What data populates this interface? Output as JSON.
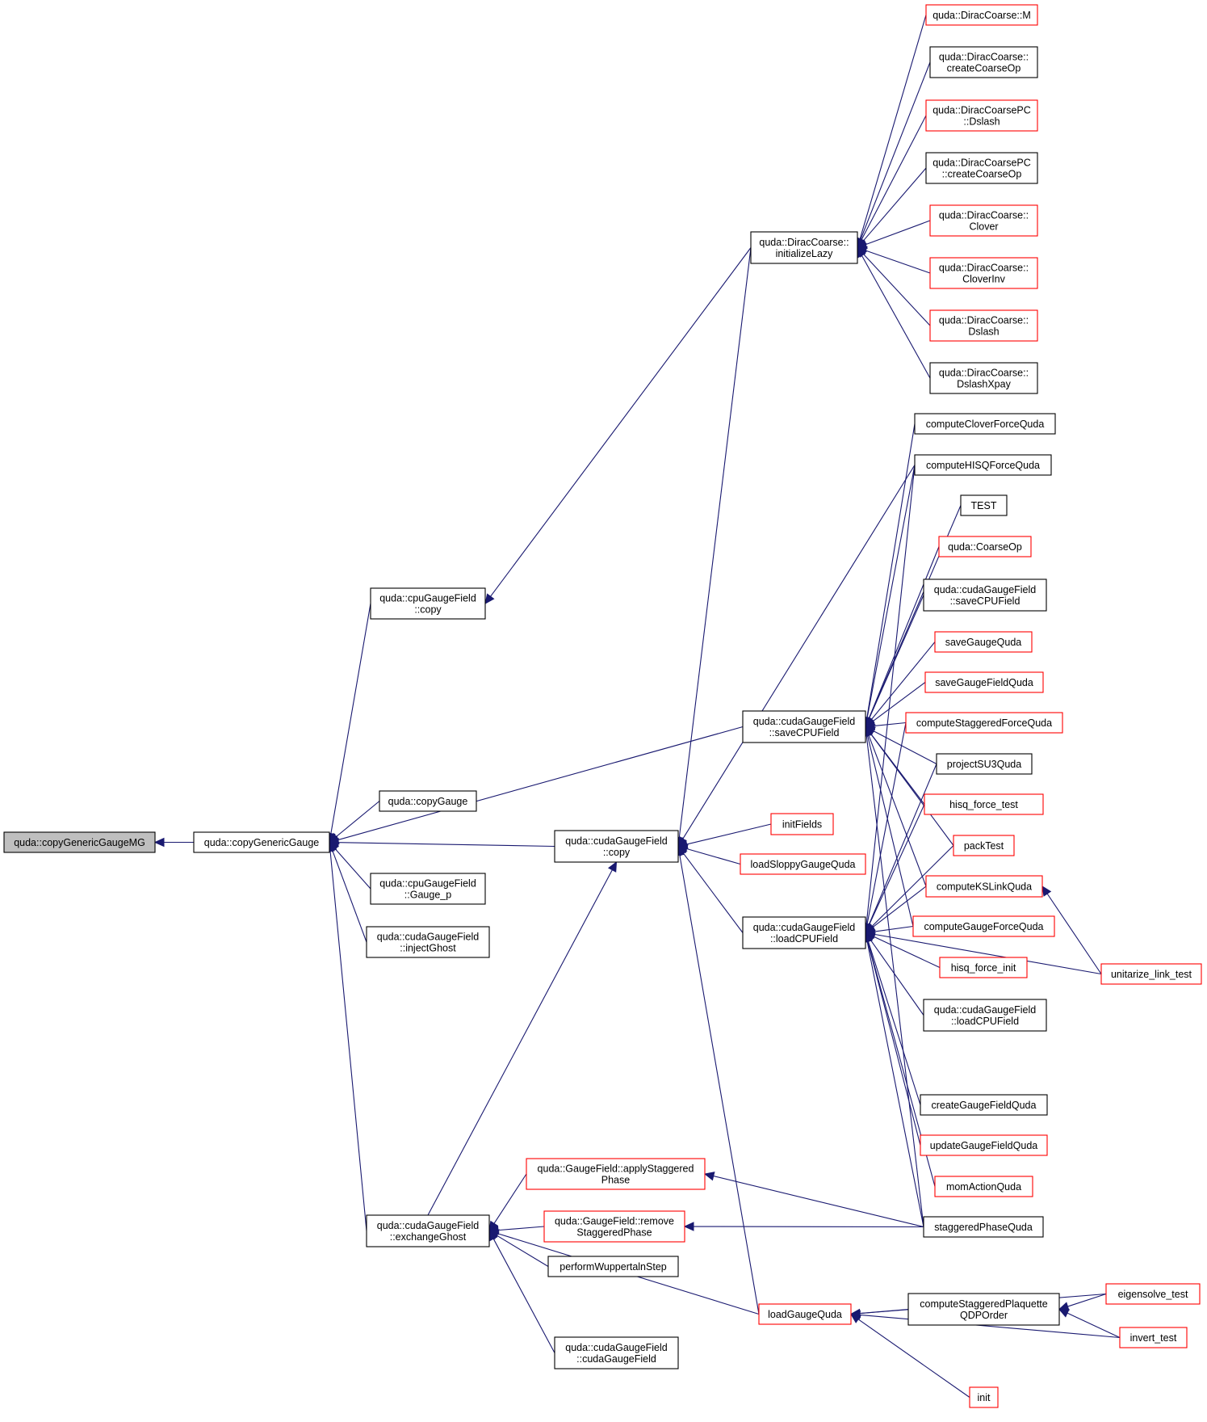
{
  "colors": {
    "edge": "#191970",
    "node_border": "#000000",
    "node_border_red": "#ff0000",
    "node_fill": "#ffffff",
    "root_fill": "#bfbfbf"
  },
  "nodes": [
    {
      "id": "root",
      "lines": [
        "quda::copyGenericGaugeMG"
      ],
      "style": "root"
    },
    {
      "id": "copyGenericGauge",
      "lines": [
        "quda::copyGenericGauge"
      ],
      "style": "black"
    },
    {
      "id": "cpuCopy",
      "lines": [
        "quda::cpuGaugeField",
        "::copy"
      ],
      "style": "black"
    },
    {
      "id": "copyGauge",
      "lines": [
        "quda::copyGauge"
      ],
      "style": "black"
    },
    {
      "id": "gaugeP",
      "lines": [
        "quda::cpuGaugeField",
        "::Gauge_p"
      ],
      "style": "black"
    },
    {
      "id": "injectGhost",
      "lines": [
        "quda::cudaGaugeField",
        "::injectGhost"
      ],
      "style": "black"
    },
    {
      "id": "exchangeGhost",
      "lines": [
        "quda::cudaGaugeField",
        "::exchangeGhost"
      ],
      "style": "black"
    },
    {
      "id": "cudaCopy",
      "lines": [
        "quda::cudaGaugeField",
        "::copy"
      ],
      "style": "black"
    },
    {
      "id": "initLazy",
      "lines": [
        "quda::DiracCoarse::",
        "initializeLazy"
      ],
      "style": "black"
    },
    {
      "id": "dcM",
      "lines": [
        "quda::DiracCoarse::M"
      ],
      "style": "red"
    },
    {
      "id": "dcCreate",
      "lines": [
        "quda::DiracCoarse::",
        "createCoarseOp"
      ],
      "style": "black"
    },
    {
      "id": "dcpcDslash",
      "lines": [
        "quda::DiracCoarsePC",
        "::Dslash"
      ],
      "style": "red"
    },
    {
      "id": "dcpcCreate",
      "lines": [
        "quda::DiracCoarsePC",
        "::createCoarseOp"
      ],
      "style": "black"
    },
    {
      "id": "dcClover",
      "lines": [
        "quda::DiracCoarse::",
        "Clover"
      ],
      "style": "red"
    },
    {
      "id": "dcCloverInv",
      "lines": [
        "quda::DiracCoarse::",
        "CloverInv"
      ],
      "style": "red"
    },
    {
      "id": "dcDslash",
      "lines": [
        "quda::DiracCoarse::",
        "Dslash"
      ],
      "style": "red"
    },
    {
      "id": "dcDslashXpay",
      "lines": [
        "quda::DiracCoarse::",
        "DslashXpay"
      ],
      "style": "black"
    },
    {
      "id": "saveCPU",
      "lines": [
        "quda::cudaGaugeField",
        "::saveCPUField"
      ],
      "style": "black"
    },
    {
      "id": "loadCPU",
      "lines": [
        "quda::cudaGaugeField",
        "::loadCPUField"
      ],
      "style": "black"
    },
    {
      "id": "initFields",
      "lines": [
        "initFields"
      ],
      "style": "red"
    },
    {
      "id": "loadSloppy",
      "lines": [
        "loadSloppyGaugeQuda"
      ],
      "style": "red"
    },
    {
      "id": "computeClover",
      "lines": [
        "computeCloverForceQuda"
      ],
      "style": "black"
    },
    {
      "id": "computeHISQ",
      "lines": [
        "computeHISQForceQuda"
      ],
      "style": "black"
    },
    {
      "id": "TEST",
      "lines": [
        "TEST"
      ],
      "style": "black"
    },
    {
      "id": "coarseOp",
      "lines": [
        "quda::CoarseOp"
      ],
      "style": "red"
    },
    {
      "id": "saveCPU2",
      "lines": [
        "quda::cudaGaugeField",
        "::saveCPUField"
      ],
      "style": "black"
    },
    {
      "id": "saveGauge",
      "lines": [
        "saveGaugeQuda"
      ],
      "style": "red"
    },
    {
      "id": "saveGaugeField",
      "lines": [
        "saveGaugeFieldQuda"
      ],
      "style": "red"
    },
    {
      "id": "computeStagForce",
      "lines": [
        "computeStaggeredForceQuda"
      ],
      "style": "red"
    },
    {
      "id": "projectSU3",
      "lines": [
        "projectSU3Quda"
      ],
      "style": "black"
    },
    {
      "id": "hisqForceTest",
      "lines": [
        "hisq_force_test"
      ],
      "style": "red"
    },
    {
      "id": "packTest",
      "lines": [
        "packTest"
      ],
      "style": "red"
    },
    {
      "id": "computeKS",
      "lines": [
        "computeKSLinkQuda"
      ],
      "style": "red"
    },
    {
      "id": "computeGaugeForce",
      "lines": [
        "computeGaugeForceQuda"
      ],
      "style": "red"
    },
    {
      "id": "hisqForceInit",
      "lines": [
        "hisq_force_init"
      ],
      "style": "red"
    },
    {
      "id": "loadCPU2",
      "lines": [
        "quda::cudaGaugeField",
        "::loadCPUField"
      ],
      "style": "black"
    },
    {
      "id": "unitarize",
      "lines": [
        "unitarize_link_test"
      ],
      "style": "red"
    },
    {
      "id": "createGF",
      "lines": [
        "createGaugeFieldQuda"
      ],
      "style": "black"
    },
    {
      "id": "updateGF",
      "lines": [
        "updateGaugeFieldQuda"
      ],
      "style": "red"
    },
    {
      "id": "momAction",
      "lines": [
        "momActionQuda"
      ],
      "style": "red"
    },
    {
      "id": "stagPhase",
      "lines": [
        "staggeredPhaseQuda"
      ],
      "style": "black"
    },
    {
      "id": "applyStag",
      "lines": [
        "quda::GaugeField::applyStaggered",
        "Phase"
      ],
      "style": "red"
    },
    {
      "id": "removeStag",
      "lines": [
        "quda::GaugeField::remove",
        "StaggeredPhase"
      ],
      "style": "red"
    },
    {
      "id": "wuppertal",
      "lines": [
        "performWuppertalnStep"
      ],
      "style": "black"
    },
    {
      "id": "loadGauge",
      "lines": [
        "loadGaugeQuda"
      ],
      "style": "red"
    },
    {
      "id": "cudaCtor",
      "lines": [
        "quda::cudaGaugeField",
        "::cudaGaugeField"
      ],
      "style": "black"
    },
    {
      "id": "plaquette",
      "lines": [
        "computeStaggeredPlaquette",
        "QDPOrder"
      ],
      "style": "black"
    },
    {
      "id": "eigensolve",
      "lines": [
        "eigensolve_test"
      ],
      "style": "red"
    },
    {
      "id": "invertTest",
      "lines": [
        "invert_test"
      ],
      "style": "red"
    },
    {
      "id": "init",
      "lines": [
        "init"
      ],
      "style": "red"
    }
  ],
  "edges": [
    [
      "copyGenericGauge",
      "root"
    ],
    [
      "cpuCopy",
      "copyGenericGauge"
    ],
    [
      "copyGauge",
      "copyGenericGauge"
    ],
    [
      "gaugeP",
      "copyGenericGauge"
    ],
    [
      "injectGhost",
      "copyGenericGauge"
    ],
    [
      "exchangeGhost",
      "copyGenericGauge"
    ],
    [
      "cudaCopy",
      "copyGenericGauge"
    ],
    [
      "saveCPU",
      "copyGenericGauge"
    ],
    [
      "initLazy",
      "cpuCopy"
    ],
    [
      "initLazy",
      "cudaCopy"
    ],
    [
      "dcM",
      "initLazy"
    ],
    [
      "dcCreate",
      "initLazy"
    ],
    [
      "dcpcDslash",
      "initLazy"
    ],
    [
      "dcpcCreate",
      "initLazy"
    ],
    [
      "dcClover",
      "initLazy"
    ],
    [
      "dcCloverInv",
      "initLazy"
    ],
    [
      "dcDslash",
      "initLazy"
    ],
    [
      "dcDslashXpay",
      "initLazy"
    ],
    [
      "computeHISQ",
      "cudaCopy"
    ],
    [
      "exchangeGhost",
      "cudaCopy"
    ],
    [
      "loadGauge",
      "cudaCopy"
    ],
    [
      "initFields",
      "cudaCopy"
    ],
    [
      "loadSloppy",
      "cudaCopy"
    ],
    [
      "loadCPU",
      "cudaCopy"
    ],
    [
      "computeClover",
      "saveCPU"
    ],
    [
      "computeHISQ",
      "saveCPU"
    ],
    [
      "TEST",
      "saveCPU"
    ],
    [
      "coarseOp",
      "saveCPU"
    ],
    [
      "saveCPU2",
      "saveCPU"
    ],
    [
      "saveGauge",
      "saveCPU"
    ],
    [
      "saveGaugeField",
      "saveCPU"
    ],
    [
      "computeStagForce",
      "saveCPU"
    ],
    [
      "projectSU3",
      "saveCPU"
    ],
    [
      "hisqForceTest",
      "saveCPU"
    ],
    [
      "packTest",
      "saveCPU"
    ],
    [
      "computeKS",
      "saveCPU"
    ],
    [
      "computeGaugeForce",
      "saveCPU"
    ],
    [
      "stagPhase",
      "saveCPU"
    ],
    [
      "computeHISQ",
      "loadCPU"
    ],
    [
      "computeStagForce",
      "loadCPU"
    ],
    [
      "projectSU3",
      "loadCPU"
    ],
    [
      "hisqForceTest",
      "loadCPU"
    ],
    [
      "packTest",
      "loadCPU"
    ],
    [
      "computeKS",
      "loadCPU"
    ],
    [
      "computeGaugeForce",
      "loadCPU"
    ],
    [
      "hisqForceInit",
      "loadCPU"
    ],
    [
      "loadCPU2",
      "loadCPU"
    ],
    [
      "unitarize",
      "loadCPU"
    ],
    [
      "createGF",
      "loadCPU"
    ],
    [
      "updateGF",
      "loadCPU"
    ],
    [
      "momAction",
      "loadCPU"
    ],
    [
      "stagPhase",
      "loadCPU"
    ],
    [
      "unitarize",
      "computeKS"
    ],
    [
      "applyStag",
      "exchangeGhost"
    ],
    [
      "removeStag",
      "exchangeGhost"
    ],
    [
      "wuppertal",
      "exchangeGhost"
    ],
    [
      "loadGauge",
      "exchangeGhost"
    ],
    [
      "cudaCtor",
      "exchangeGhost"
    ],
    [
      "stagPhase",
      "applyStag"
    ],
    [
      "stagPhase",
      "removeStag"
    ],
    [
      "plaquette",
      "loadGauge"
    ],
    [
      "eigensolve",
      "loadGauge"
    ],
    [
      "invertTest",
      "loadGauge"
    ],
    [
      "init",
      "loadGauge"
    ],
    [
      "eigensolve",
      "plaquette"
    ],
    [
      "invertTest",
      "plaquette"
    ]
  ]
}
